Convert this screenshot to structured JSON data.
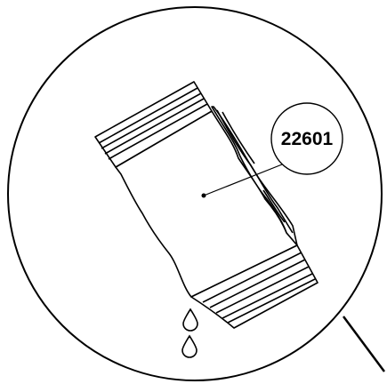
{
  "callout": {
    "part_number": "22601"
  },
  "illustration": {
    "subject": "sealed-packet",
    "droplet_count": 2
  },
  "colors": {
    "line": "#000000",
    "background": "#ffffff"
  }
}
